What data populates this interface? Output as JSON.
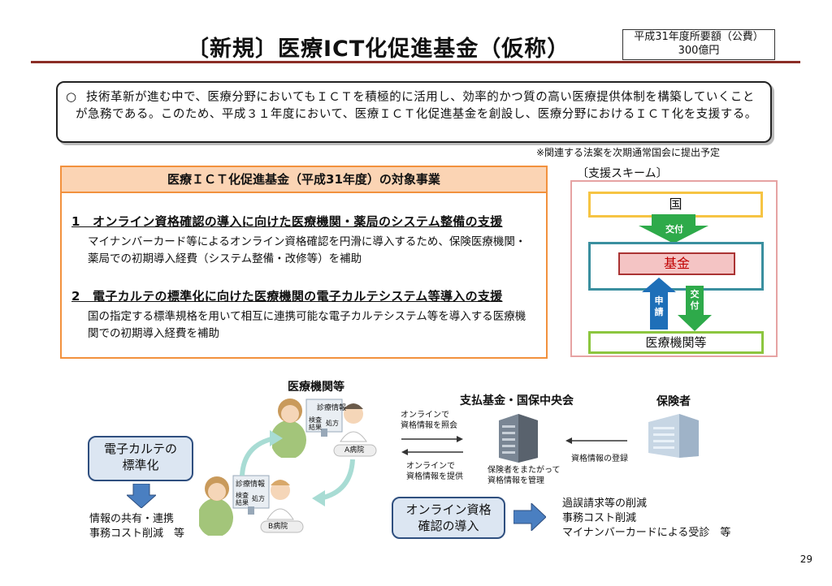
{
  "title": "〔新規〕医療ICT化促進基金（仮称）",
  "budget": {
    "line1": "平成31年度所要額（公費）",
    "line2": "300億円"
  },
  "intro": {
    "bullet": "○",
    "text": "技術革新が進む中で、医療分野においてもＩＣＴを積極的に活用し、効率的かつ質の高い医療提供体制を構築していくことが急務である。このため、平成３１年度において、医療ＩＣＴ化促進基金を創設し、医療分野におけるＩＣＴ化を支援する。"
  },
  "note": "※関連する法案を次期通常国会に提出予定",
  "target": {
    "heading": "医療ＩＣＴ化促進基金（平成31年度）の対象事業",
    "items": [
      {
        "title": "1　オンライン資格確認の導入に向けた医療機関・薬局のシステム整備の支援",
        "desc": "マイナンバーカード等によるオンライン資格確認を円滑に導入するため、保険医療機関・薬局での初期導入経費（システム整備・改修等）を補助"
      },
      {
        "title": "2　電子カルテの標準化に向けた医療機関の電子カルテシステム等導入の支援",
        "desc": "国の指定する標準規格を用いて相互に連携可能な電子カルテシステム等を導入する医療機関での初期導入経費を補助"
      }
    ]
  },
  "scheme": {
    "title": "〔支援スキーム〕",
    "koku": "国",
    "kofu_top": "交付",
    "kikin": "基金",
    "shinsei": "申\n請",
    "kofu_bottom": "交\n付",
    "iryou": "医療機関等"
  },
  "bottom": {
    "iryou_label": "医療機関等",
    "screen_top": "診療情報",
    "screen_kensa": "検査\n結果",
    "screen_prescription": "処方",
    "hospital_a": "A病院",
    "hospital_b": "B病院",
    "ekarte_box": "電子カルテの\n標準化",
    "ekarte_result": "情報の共有・連携\n事務コスト削減　等",
    "online_query": "オンラインで\n資格情報を照会",
    "online_provide": "オンラインで\n資格情報を提供",
    "shiharai": "支払基金・国保中央会",
    "kanri": "保険者をまたがって\n資格情報を管理",
    "hokensha": "保険者",
    "touroku": "資格情報の登録",
    "online_box": "オンライン資格\n確認の導入",
    "online_results": "過誤請求等の削減\n事務コスト削減\nマイナンバーカードによる受診　等"
  },
  "page_number": "29",
  "colors": {
    "rule": "#8b2d26",
    "orange": "#f2913d",
    "orange_fill": "#fbd4b4",
    "green_arrow": "#2eaa4a",
    "blue_arrow": "#1e6fb8",
    "teal": "#3a8f9f"
  }
}
